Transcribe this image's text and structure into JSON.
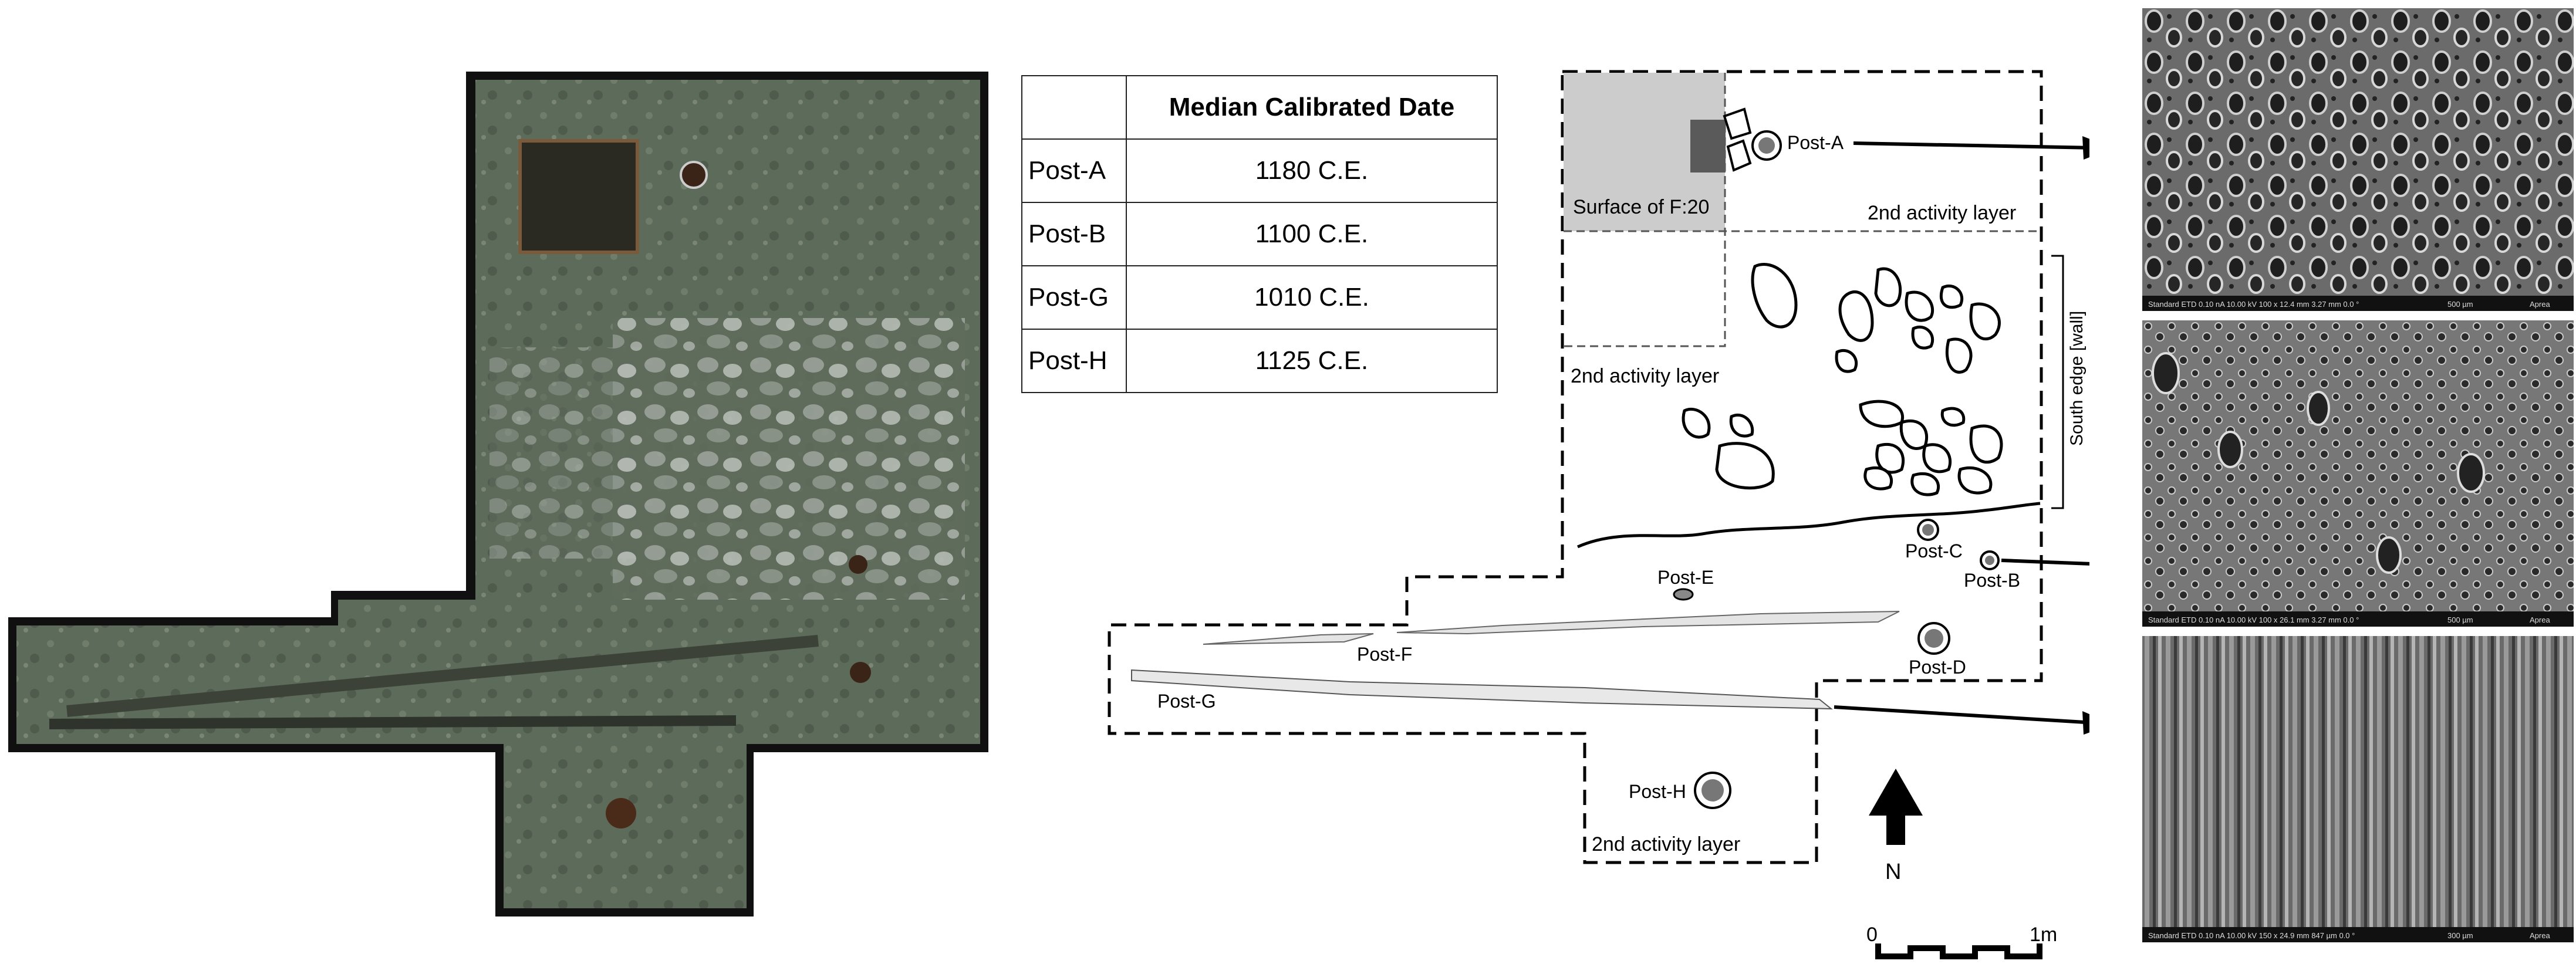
{
  "table": {
    "header": "Median Calibrated Date",
    "rows": [
      {
        "post": "Post-A",
        "date": "1180 C.E."
      },
      {
        "post": "Post-B",
        "date": "1100 C.E."
      },
      {
        "post": "Post-G",
        "date": "1010 C.E."
      },
      {
        "post": "Post-H",
        "date": "1125 C.E."
      }
    ]
  },
  "plan": {
    "surface_label": "Surface of F:20",
    "activity_layer_upper": "2nd activity layer",
    "activity_layer_left": "2nd activity layer",
    "activity_layer_lower": "2nd activity layer",
    "wall_label": "South edge [wall]",
    "posts": {
      "a": "Post-A",
      "b": "Post-B",
      "c": "Post-C",
      "d": "Post-D",
      "e": "Post-E",
      "f": "Post-F",
      "g": "Post-G",
      "h": "Post-H"
    },
    "north": "N",
    "scale_start": "0",
    "scale_end": "1m"
  },
  "sem": [
    {
      "label": "post-a-micrograph",
      "info": "Standard ETD 0.10 nA 10.00 kV 100 x 12.4 mm 3.27 mm 0.0 °",
      "scale": "500 µm",
      "brand": "Aprea"
    },
    {
      "label": "post-b-micrograph",
      "info": "Standard ETD 0.10 nA 10.00 kV 100 x 26.1 mm 3.27 mm 0.0 °",
      "scale": "500 µm",
      "brand": "Aprea"
    },
    {
      "label": "post-g-micrograph",
      "info": "Standard ETD 0.10 nA 10.00 kV 150 x 24.9 mm 847 µm 0.0 °",
      "scale": "300 µm",
      "brand": "Aprea"
    }
  ],
  "colors": {
    "surface_fill": "#cccccc",
    "post_fill": "#5a5a5a",
    "sem_bg": "#4a4a4a",
    "photo_soil": "#6b7566"
  }
}
